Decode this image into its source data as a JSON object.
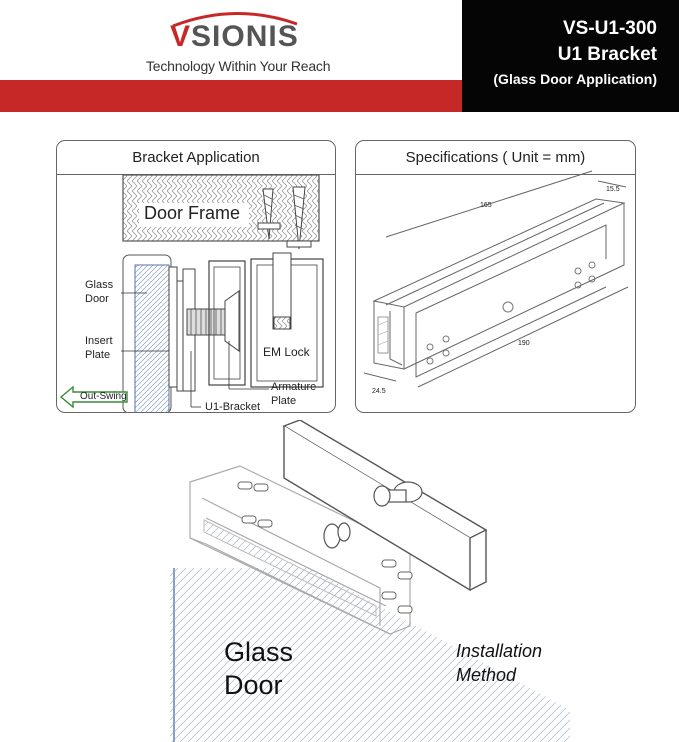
{
  "header": {
    "brand_initial": "V",
    "brand_rest": "SIONIS",
    "tagline": "Technology Within Your Reach",
    "model": "VS-U1-300",
    "product": "U1 Bracket",
    "application": "(Glass Door Application)"
  },
  "bracket_panel": {
    "title": "Bracket Application",
    "door_frame": "Door Frame",
    "glass_door_1": "Glass",
    "glass_door_2": "Door",
    "insert_plate_1": "Insert",
    "insert_plate_2": "Plate",
    "em_lock": "EM Lock",
    "out_swing": "Out-Swing",
    "u1_bracket": "U1-Bracket",
    "armature_plate_1": "Armature",
    "armature_plate_2": "Plate"
  },
  "spec_panel": {
    "title": "Specifications ( Unit = mm)",
    "dim_depth": "15.5",
    "dim_length_top": "165",
    "dim_length_bottom": "190",
    "dim_height": "24.5"
  },
  "installation": {
    "glass": "Glass",
    "door": "Door",
    "method_1": "Installation",
    "method_2": "Method"
  },
  "colors": {
    "brand_red": "#c62828",
    "title_bg": "#050505",
    "arrow_green": "#3a8a3a"
  }
}
